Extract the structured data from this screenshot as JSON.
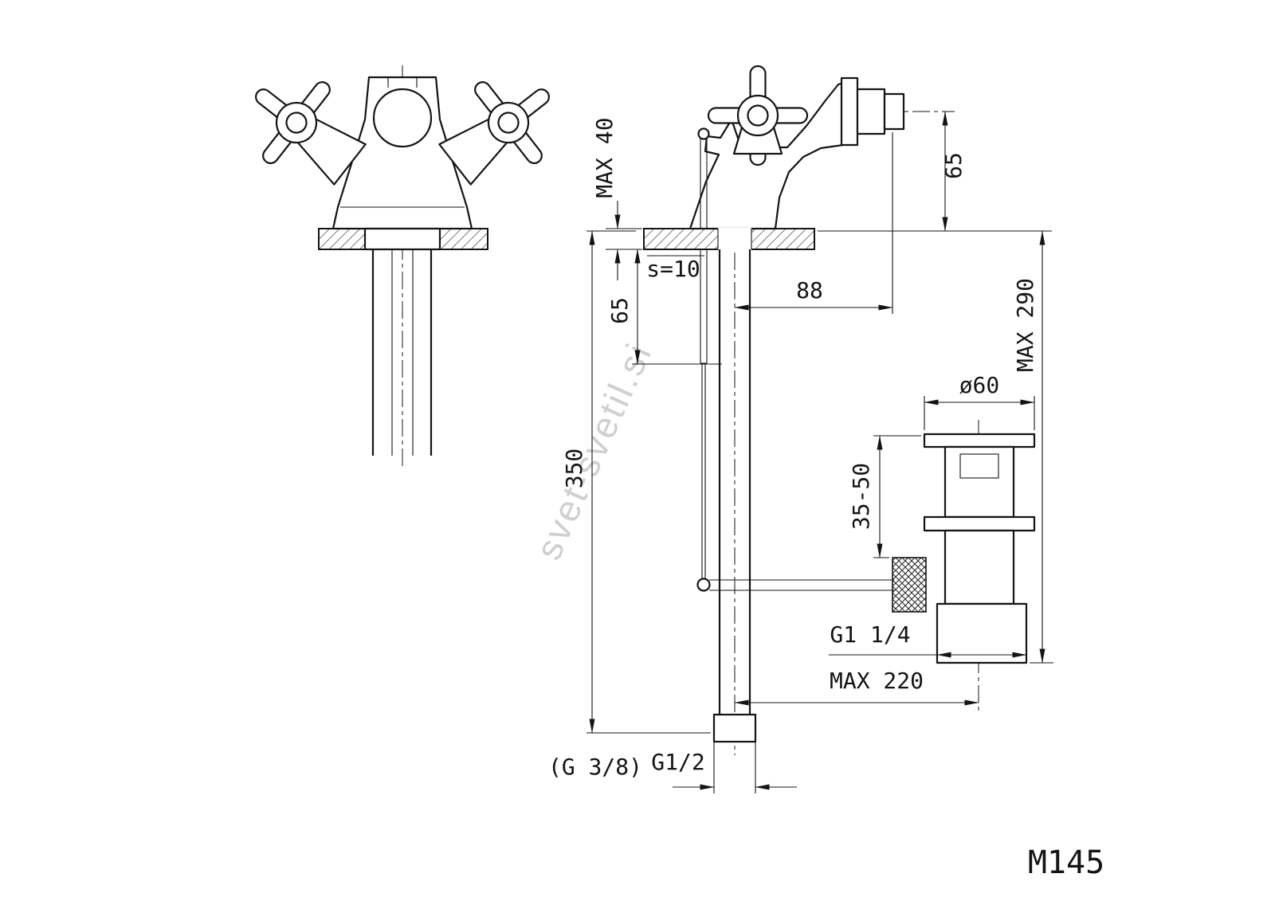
{
  "page": {
    "background": "#ffffff",
    "line_color": "#141414",
    "watermark_color": "#cbcbcb"
  },
  "drawing": {
    "model": "M145",
    "watermark": "svet-svetil.si",
    "labels": {
      "max40": "MAX 40",
      "s10": "s=10",
      "d65_left": "65",
      "d65_top": "65",
      "d88": "88",
      "max290": "MAX 290",
      "dia60": "ø60",
      "d3550": "35-50",
      "d350": "350",
      "g114": "G1 1/4",
      "max220": "MAX 220",
      "g38": "(G 3/8)",
      "g12": "G1/2"
    }
  }
}
